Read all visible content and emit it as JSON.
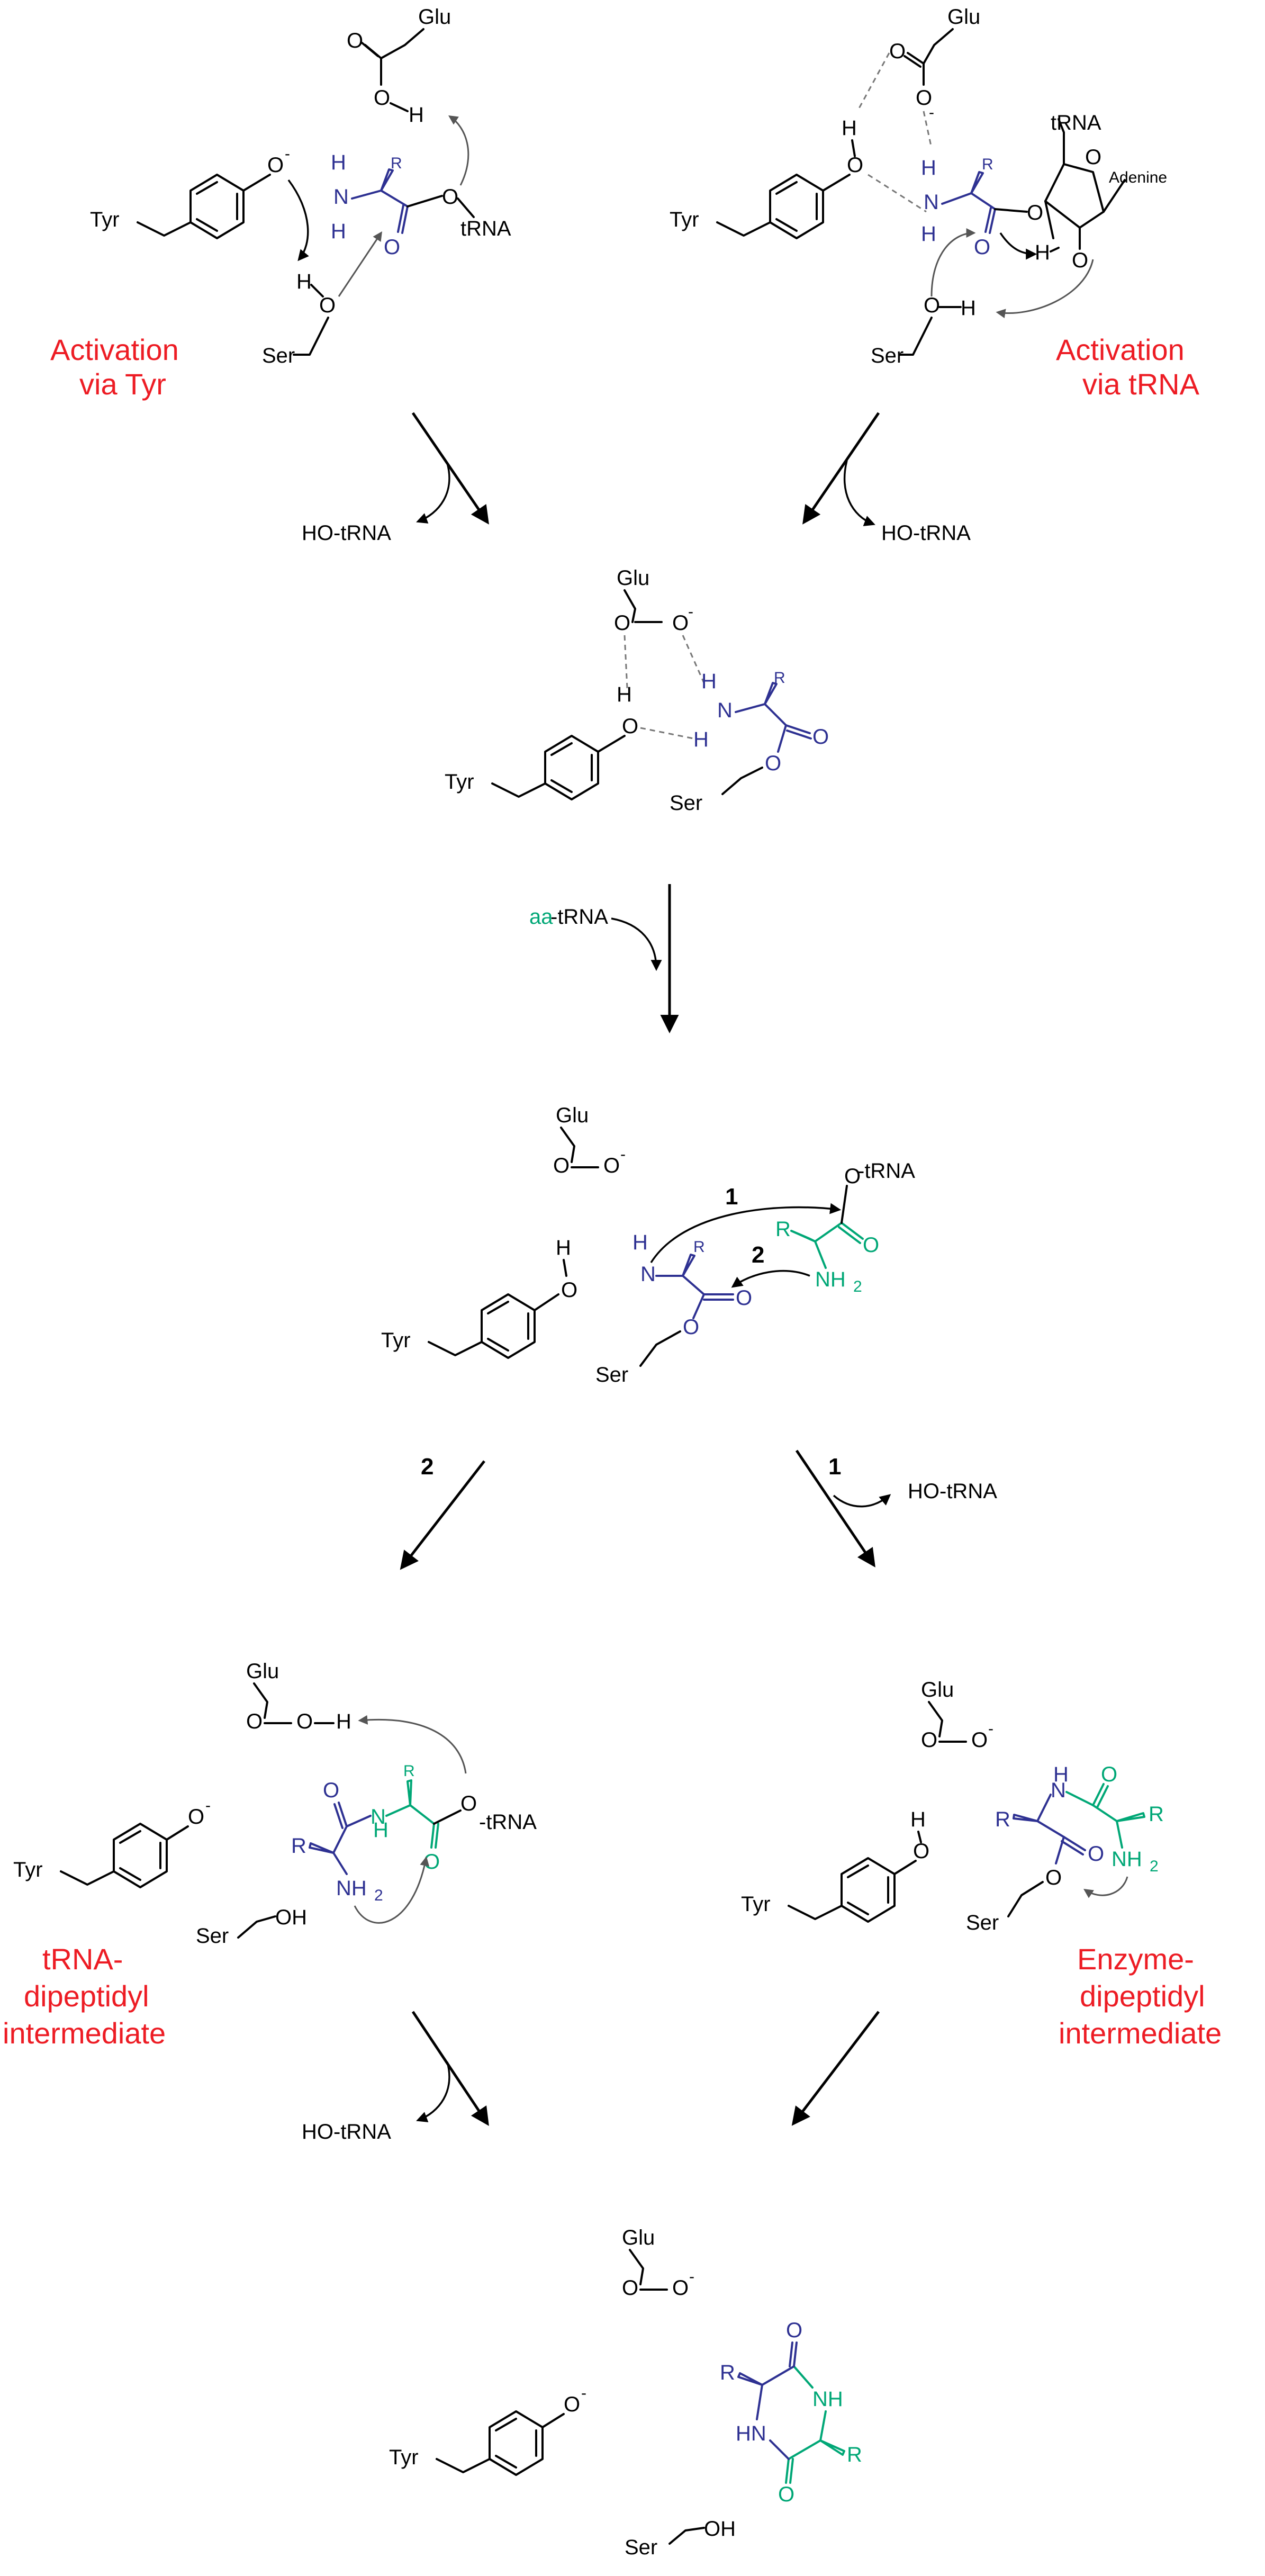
{
  "labels": {
    "glu": "Glu",
    "tyr": "Tyr",
    "ser": "Ser",
    "trna": "tRNA",
    "adenine": "Adenine",
    "o": "O",
    "h": "H",
    "n": "N",
    "nh": "NH",
    "hn": "HN",
    "nh2": "NH",
    "sub2": "2",
    "r": "R",
    "minus": "-",
    "oh": "OH",
    "ho_trna": "HO-tRNA",
    "aa": "aa",
    "dash_trna": "-tRNA",
    "step1": "1",
    "step2": "2"
  },
  "captions": {
    "act_tyr_1": "Activation",
    "act_tyr_2": "via Tyr",
    "act_trna_1": "Activation",
    "act_trna_2": "via tRNA",
    "trna_int_1": "tRNA-",
    "trna_int_2": "dipeptidyl",
    "trna_int_3": "intermediate",
    "enz_int_1": "Enzyme-",
    "enz_int_2": "dipeptidyl",
    "enz_int_3": "intermediate"
  },
  "colors": {
    "black": "#000000",
    "blue": "#2e3192",
    "green": "#00a776",
    "red": "#ed1c24"
  }
}
